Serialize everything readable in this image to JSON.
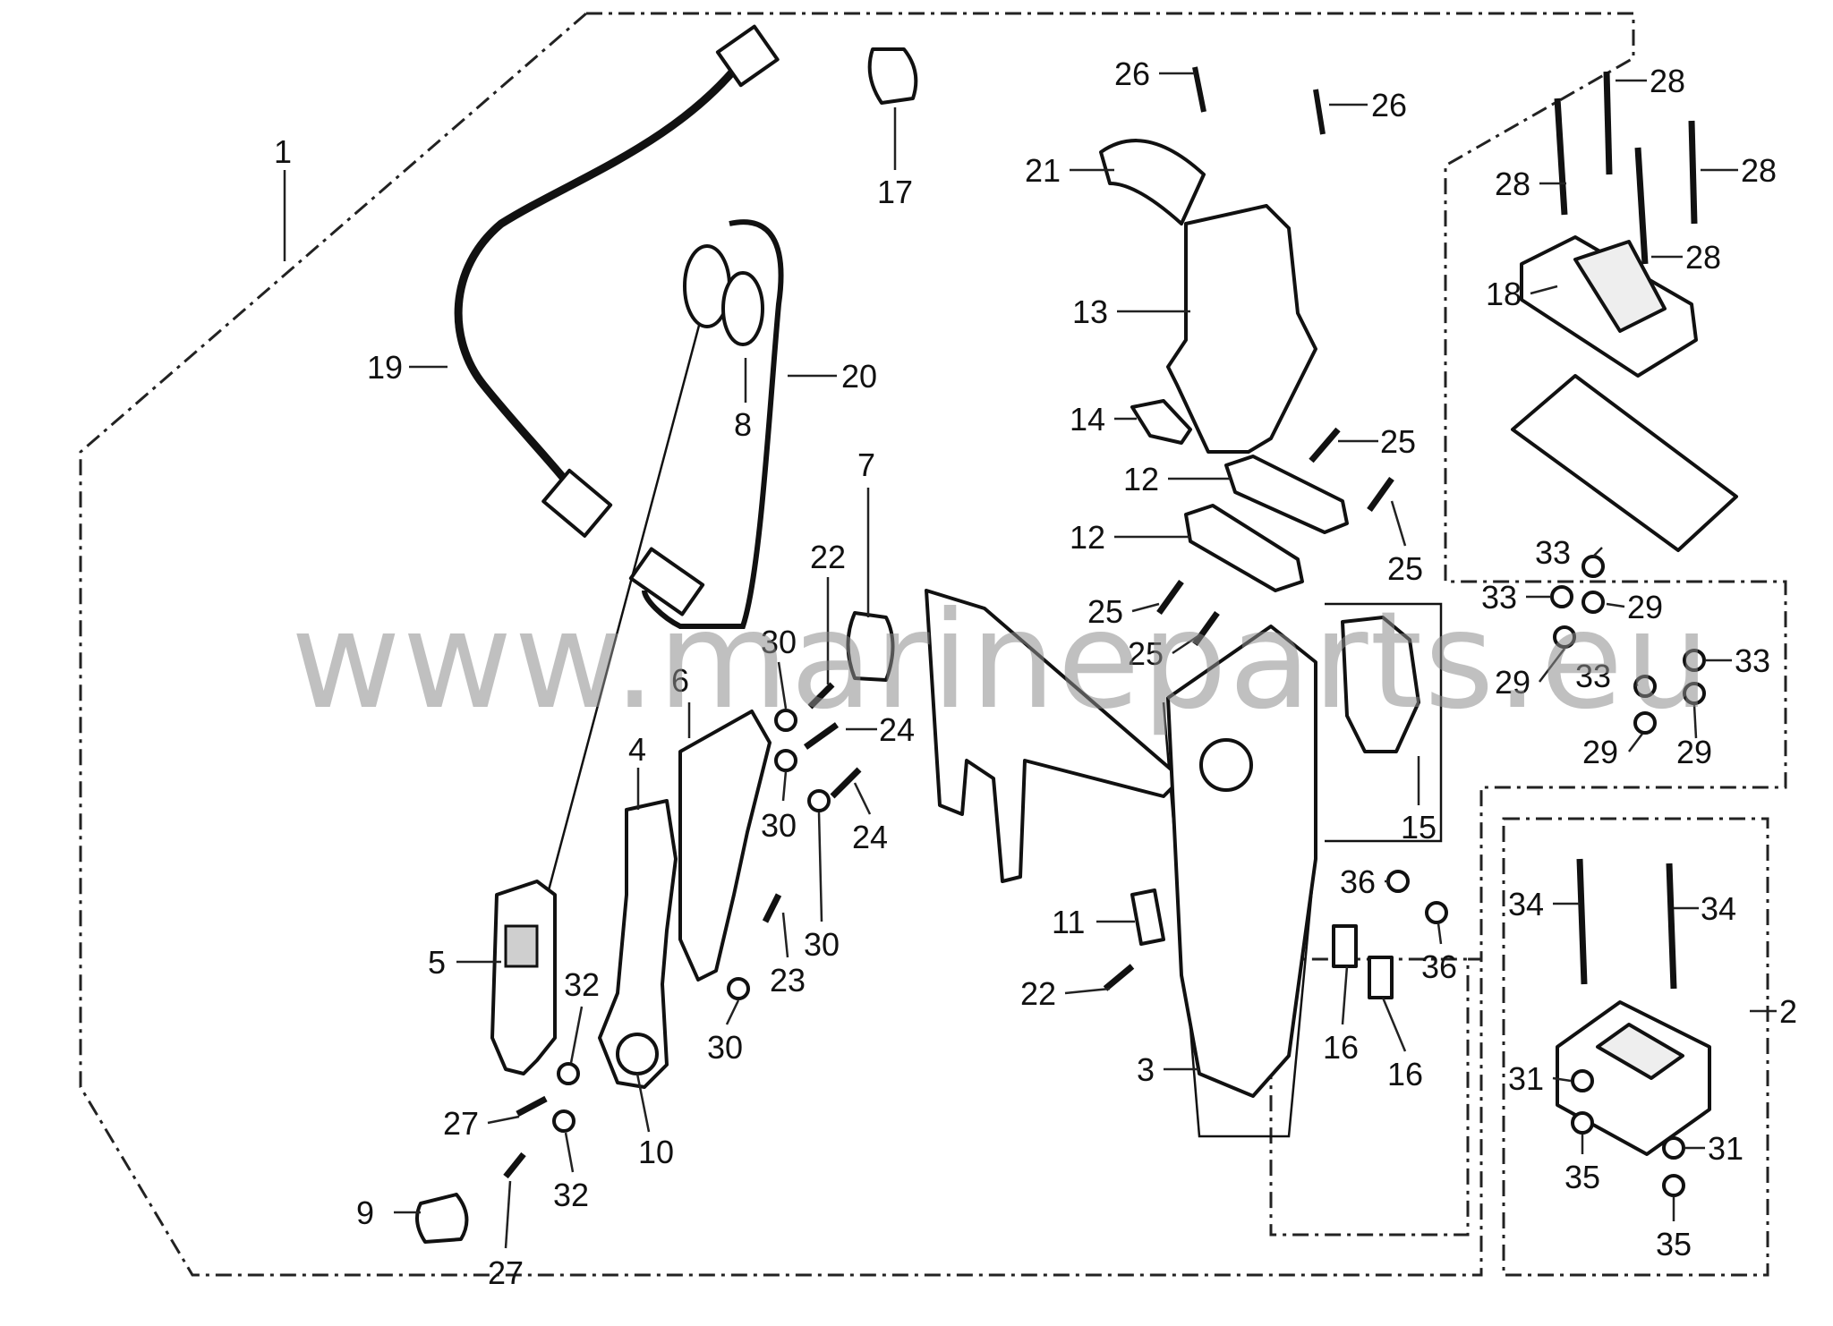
{
  "watermark": "www.marineparts.eu",
  "callouts": [
    {
      "id": "c1",
      "text": "1"
    },
    {
      "id": "c2",
      "text": "2"
    },
    {
      "id": "c3",
      "text": "3"
    },
    {
      "id": "c4",
      "text": "4"
    },
    {
      "id": "c5",
      "text": "5"
    },
    {
      "id": "c6",
      "text": "6"
    },
    {
      "id": "c7",
      "text": "7"
    },
    {
      "id": "c8",
      "text": "8"
    },
    {
      "id": "c9",
      "text": "9"
    },
    {
      "id": "c10",
      "text": "10"
    },
    {
      "id": "c11",
      "text": "11"
    },
    {
      "id": "c12a",
      "text": "12"
    },
    {
      "id": "c12b",
      "text": "12"
    },
    {
      "id": "c13",
      "text": "13"
    },
    {
      "id": "c14",
      "text": "14"
    },
    {
      "id": "c15",
      "text": "15"
    },
    {
      "id": "c16a",
      "text": "16"
    },
    {
      "id": "c16b",
      "text": "16"
    },
    {
      "id": "c17",
      "text": "17"
    },
    {
      "id": "c18",
      "text": "18"
    },
    {
      "id": "c19",
      "text": "19"
    },
    {
      "id": "c20",
      "text": "20"
    },
    {
      "id": "c21",
      "text": "21"
    },
    {
      "id": "c22a",
      "text": "22"
    },
    {
      "id": "c22b",
      "text": "22"
    },
    {
      "id": "c23",
      "text": "23"
    },
    {
      "id": "c24a",
      "text": "24"
    },
    {
      "id": "c24b",
      "text": "24"
    },
    {
      "id": "c25a",
      "text": "25"
    },
    {
      "id": "c25b",
      "text": "25"
    },
    {
      "id": "c25c",
      "text": "25"
    },
    {
      "id": "c25d",
      "text": "25"
    },
    {
      "id": "c26a",
      "text": "26"
    },
    {
      "id": "c26b",
      "text": "26"
    },
    {
      "id": "c27a",
      "text": "27"
    },
    {
      "id": "c27b",
      "text": "27"
    },
    {
      "id": "c28a",
      "text": "28"
    },
    {
      "id": "c28b",
      "text": "28"
    },
    {
      "id": "c28c",
      "text": "28"
    },
    {
      "id": "c28d",
      "text": "28"
    },
    {
      "id": "c29a",
      "text": "29"
    },
    {
      "id": "c29b",
      "text": "29"
    },
    {
      "id": "c29c",
      "text": "29"
    },
    {
      "id": "c29d",
      "text": "29"
    },
    {
      "id": "c30a",
      "text": "30"
    },
    {
      "id": "c30b",
      "text": "30"
    },
    {
      "id": "c30c",
      "text": "30"
    },
    {
      "id": "c30d",
      "text": "30"
    },
    {
      "id": "c31a",
      "text": "31"
    },
    {
      "id": "c31b",
      "text": "31"
    },
    {
      "id": "c32a",
      "text": "32"
    },
    {
      "id": "c32b",
      "text": "32"
    },
    {
      "id": "c33a",
      "text": "33"
    },
    {
      "id": "c33b",
      "text": "33"
    },
    {
      "id": "c33c",
      "text": "33"
    },
    {
      "id": "c33d",
      "text": "33"
    },
    {
      "id": "c34a",
      "text": "34"
    },
    {
      "id": "c34b",
      "text": "34"
    },
    {
      "id": "c35a",
      "text": "35"
    },
    {
      "id": "c35b",
      "text": "35"
    },
    {
      "id": "c36a",
      "text": "36"
    },
    {
      "id": "c36b",
      "text": "36"
    }
  ]
}
